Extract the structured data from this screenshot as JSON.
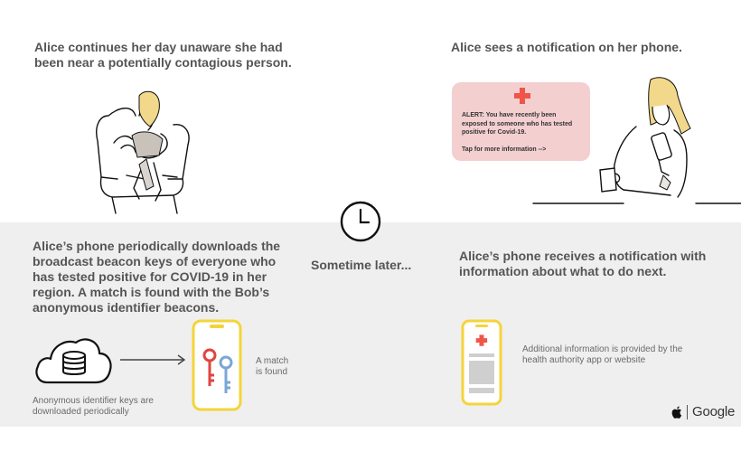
{
  "panels": {
    "top_left": {
      "text": "Alice continues her day unaware she had\nbeen near a potentially contagious person."
    },
    "top_right": {
      "text": "Alice sees a notification on her phone.",
      "alert": {
        "title": "ALERT:  You have recently been\nexposed to someone who has tested\npositive for Covid-19.",
        "cta": "Tap for more information -->"
      }
    },
    "middle": {
      "text": "Sometime later..."
    },
    "bottom_left": {
      "text": "Alice’s phone periodically downloads the\nbroadcast beacon keys of everyone who\nhas tested positive for COVID-19 in her\nregion. A match is found with the Bob’s\nanonymous identifier beacons.",
      "cloud_caption": "Anonymous identifier keys are\ndownloaded periodically",
      "match_caption": "A match\nis found"
    },
    "bottom_right": {
      "text": "Alice’s phone receives a notification with\ninformation about what to do next.",
      "caption": "Additional information is provided by the\nhealth authority app or website"
    }
  },
  "logo": {
    "text": "Google",
    "icon": "apple-logo-icon"
  },
  "colors": {
    "band": "#efefef",
    "alert_bg": "#f4cfd0",
    "red_cross": "#f0554a",
    "phone_yellow": "#f4d43a",
    "key_red": "#e0453e",
    "key_blue": "#7ba6d6"
  }
}
